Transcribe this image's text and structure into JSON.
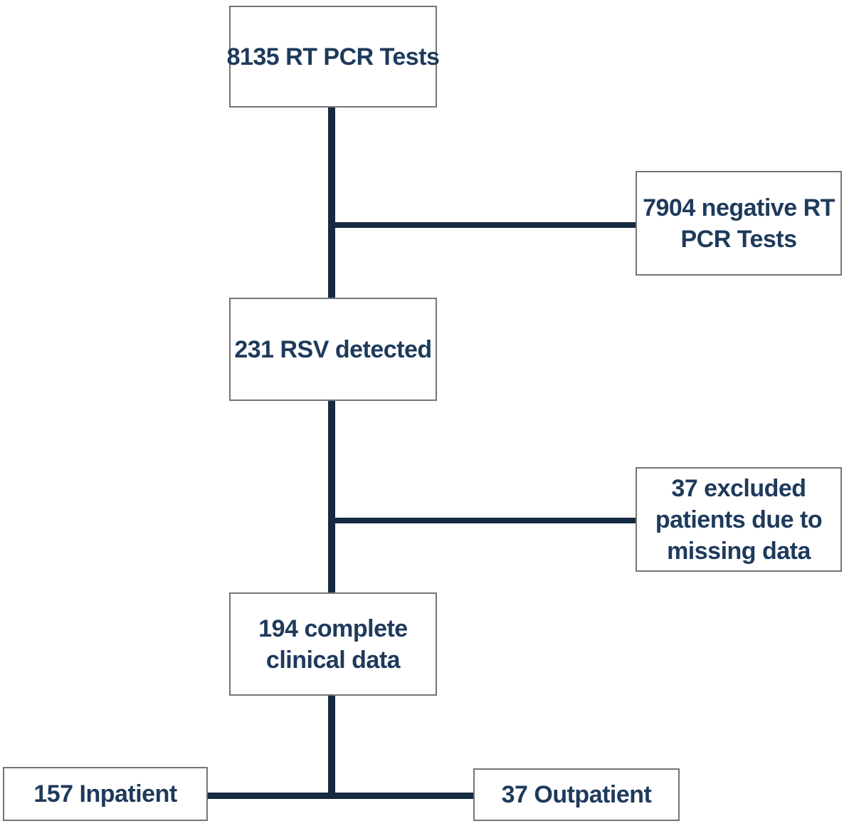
{
  "diagram": {
    "type": "patient-flow-chart",
    "nodes": {
      "tests": {
        "label": "8135 RT PCR Tests",
        "count": 8135
      },
      "negative": {
        "label": "7904 negative RT PCR Tests",
        "count": 7904
      },
      "rsv": {
        "label": "231 RSV detected",
        "count": 231
      },
      "excluded": {
        "label": "37 excluded patients due to missing data",
        "count": 37
      },
      "complete": {
        "label": "194 complete clinical data",
        "count": 194
      },
      "inpatient": {
        "label": "157 Inpatient",
        "count": 157
      },
      "outpatient": {
        "label": "37 Outpatient",
        "count": 37
      }
    },
    "edges": [
      {
        "from": "tests",
        "to": "negative"
      },
      {
        "from": "tests",
        "to": "rsv"
      },
      {
        "from": "rsv",
        "to": "excluded"
      },
      {
        "from": "rsv",
        "to": "complete"
      },
      {
        "from": "complete",
        "to": "inpatient"
      },
      {
        "from": "complete",
        "to": "outpatient"
      }
    ],
    "colors": {
      "connector": "#152a40",
      "text": "#1e3a5c",
      "box_border": "#757575",
      "box_fill": "#ffffff",
      "background": "#ffffff"
    }
  }
}
